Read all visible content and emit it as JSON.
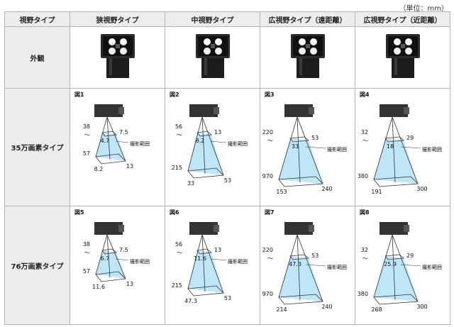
{
  "unit_note": "（単位：mm）",
  "headers": {
    "col0": "視野タイプ",
    "types": [
      "狭視野タイプ",
      "中視野タイプ",
      "広視野タイプ（遠距離）",
      "広視野タイプ（近距離）"
    ]
  },
  "rows": {
    "appearance": "外観",
    "row35": "35万画素タイプ",
    "row76": "76万画素タイプ"
  },
  "area_label": "撮影範囲",
  "tilde": "～",
  "figures": [
    {
      "fig": "図1",
      "near": "38",
      "far": "57",
      "wn": "4.7",
      "hn": "7.5",
      "wf": "8.2",
      "hf": "13"
    },
    {
      "fig": "図2",
      "near": "56",
      "far": "215",
      "wn": "8.2",
      "hn": "13",
      "wf": "33",
      "hf": "53"
    },
    {
      "fig": "図3",
      "near": "220",
      "far": "970",
      "wn": "33",
      "hn": "53",
      "wf": "153",
      "hf": "240"
    },
    {
      "fig": "図4",
      "near": "32",
      "far": "380",
      "wn": "18",
      "hn": "29",
      "wf": "191",
      "hf": "300"
    },
    {
      "fig": "図5",
      "near": "38",
      "far": "57",
      "wn": "6.7",
      "hn": "7.5",
      "wf": "11.6",
      "hf": "13"
    },
    {
      "fig": "図6",
      "near": "56",
      "far": "215",
      "wn": "11.6",
      "hn": "13",
      "wf": "47.3",
      "hf": "53"
    },
    {
      "fig": "図7",
      "near": "220",
      "far": "970",
      "wn": "47.3",
      "hn": "53",
      "wf": "214",
      "hf": "240"
    },
    {
      "fig": "図8",
      "near": "32",
      "far": "380",
      "wn": "25.9",
      "hn": "29",
      "wf": "268",
      "hf": "300"
    }
  ]
}
